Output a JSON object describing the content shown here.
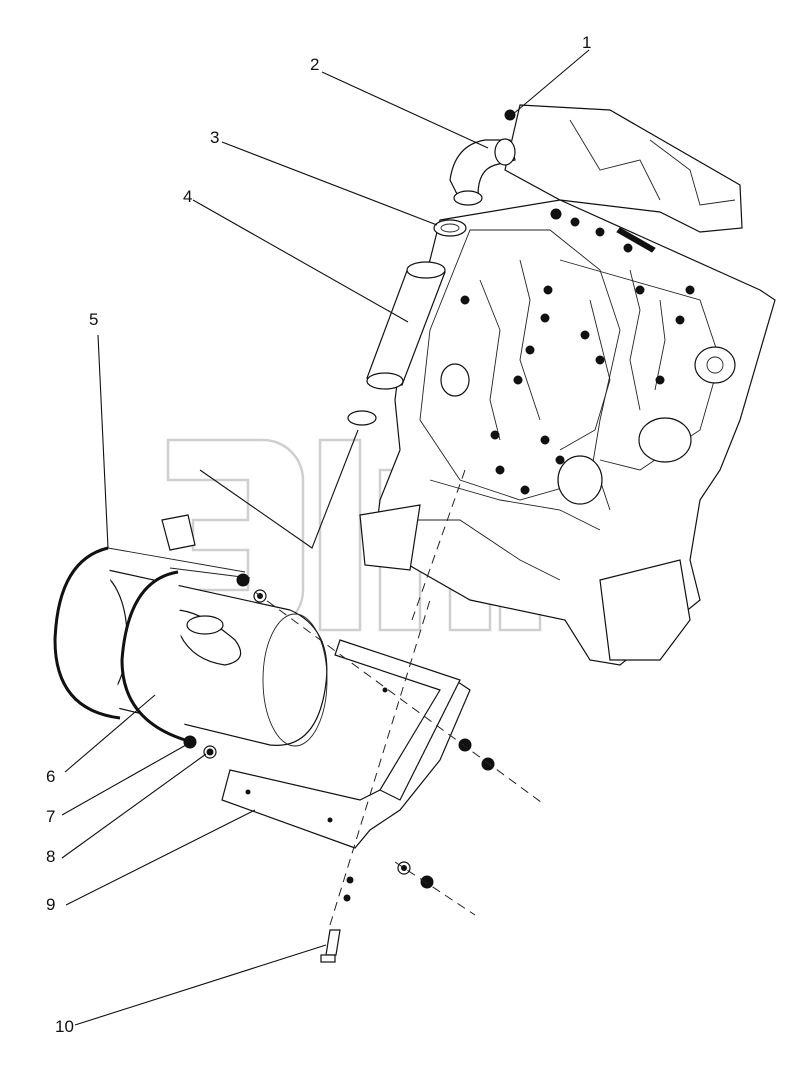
{
  "diagram": {
    "type": "exploded-parts-view",
    "callouts": [
      {
        "label": "1"
      },
      {
        "label": "2"
      },
      {
        "label": "3"
      },
      {
        "label": "4"
      },
      {
        "label": "5"
      },
      {
        "label": "6"
      },
      {
        "label": "7"
      },
      {
        "label": "8"
      },
      {
        "label": "9"
      },
      {
        "label": "10"
      }
    ]
  }
}
